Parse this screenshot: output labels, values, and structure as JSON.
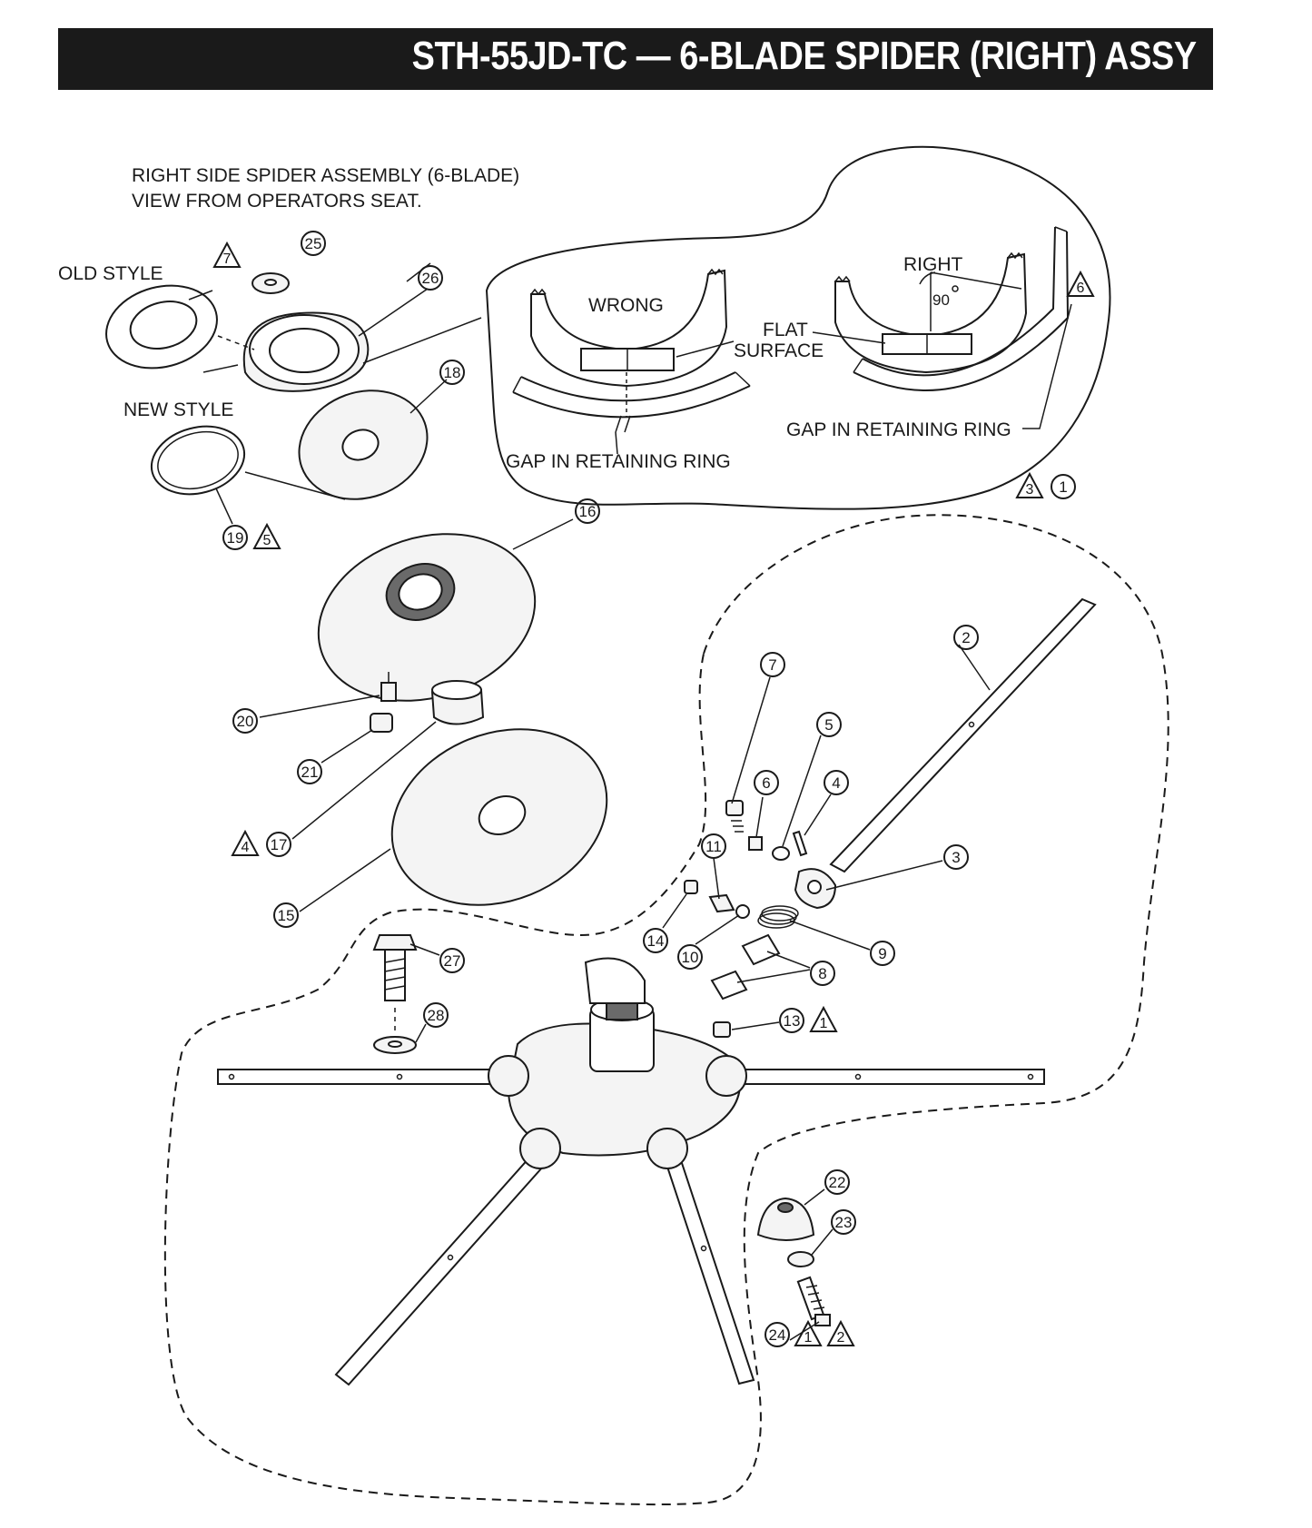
{
  "header": {
    "title": "STH-55JD-TC — 6-BLADE SPIDER (RIGHT) ASSY"
  },
  "notes": {
    "heading_line1": "RIGHT SIDE SPIDER ASSEMBLY (6-BLADE)",
    "heading_line2": "VIEW FROM OPERATORS SEAT.",
    "old_style": "OLD STYLE",
    "new_style": "NEW STYLE"
  },
  "detail": {
    "wrong": "WRONG",
    "right": "RIGHT",
    "angle": "90",
    "flat_line1": "FLAT",
    "flat_line2": "SURFACE",
    "gap_left": "GAP IN RETAINING RING",
    "gap_right": "GAP IN RETAINING RING"
  },
  "callouts": {
    "c1": "1",
    "c2": "2",
    "c3": "3",
    "c4": "4",
    "c5": "5",
    "c6": "6",
    "c7": "7",
    "c8": "8",
    "c9": "9",
    "c10": "10",
    "c11": "11",
    "c13": "13",
    "c14": "14",
    "c15": "15",
    "c16": "16",
    "c17": "17",
    "c18": "18",
    "c19": "19",
    "c20": "20",
    "c21": "21",
    "c22": "22",
    "c23": "23",
    "c24": "24",
    "c25": "25",
    "c26": "26",
    "c27": "27",
    "c28": "28"
  },
  "note_flags": {
    "t7": "7",
    "t6": "6",
    "t5": "5",
    "t3": "3",
    "t4": "4",
    "t1a": "1",
    "t1b": "1",
    "t2": "2"
  }
}
